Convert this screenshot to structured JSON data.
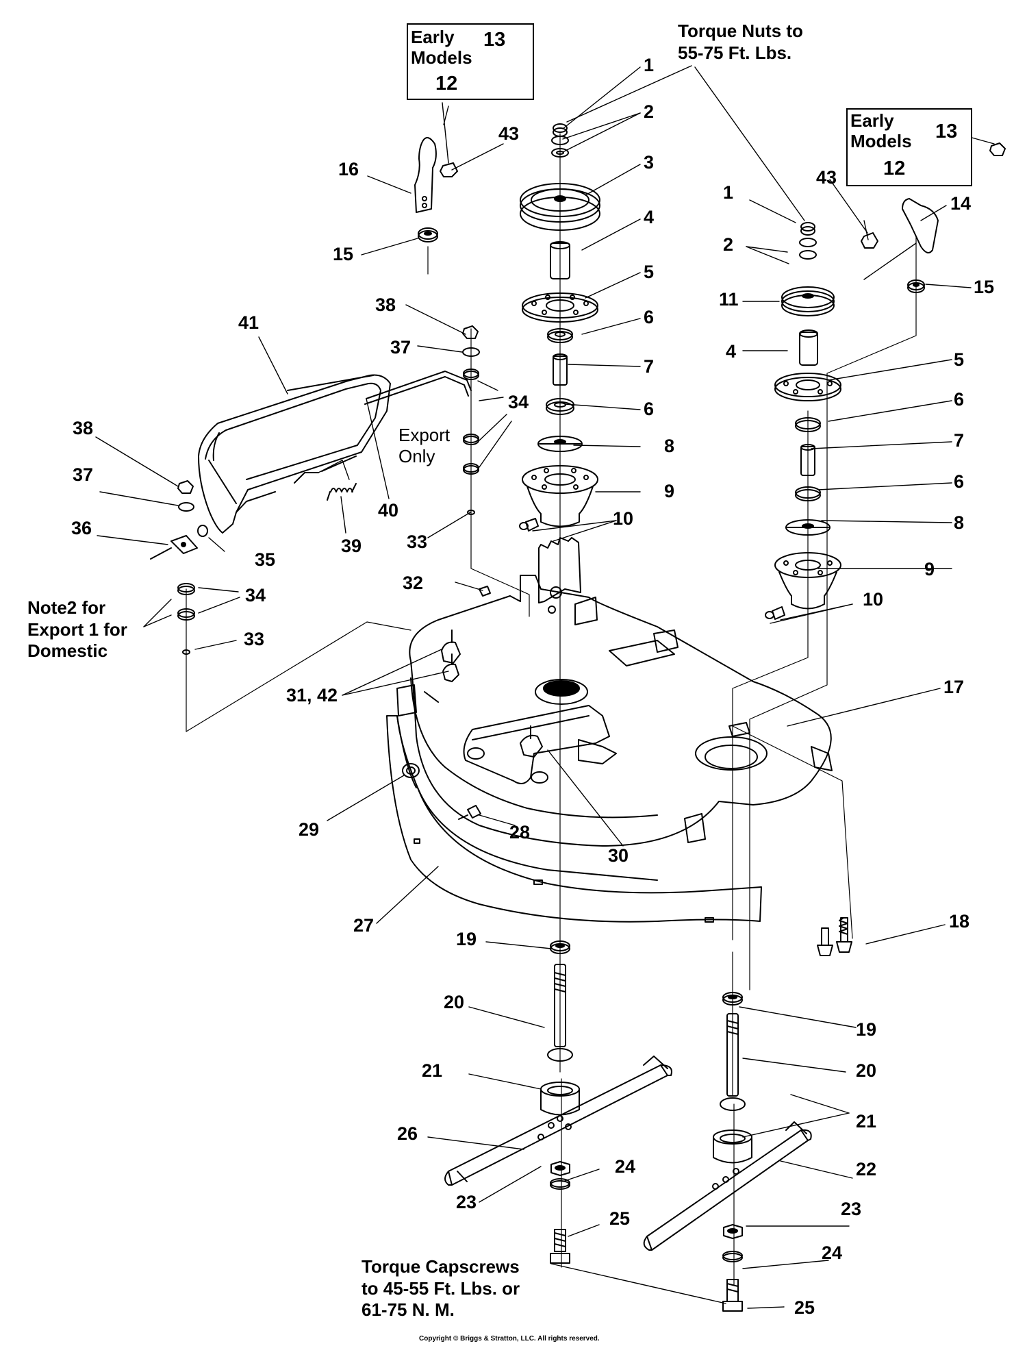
{
  "notes": {
    "torque_nuts": "Torque Nuts to\n55-75 Ft. Lbs.",
    "export_only": "Export\nOnly",
    "note2": "Note2 for\nExport 1 for\nDomestic",
    "torque_capscrews": "Torque Capscrews\nto 45-55 Ft. Lbs. or\n61-75 N. M.",
    "copyright": "Copyright © Briggs & Stratton, LLC. All rights reserved."
  },
  "early_models_left": {
    "title": "Early\nModels",
    "n13": "13",
    "n12": "12"
  },
  "early_models_right": {
    "title": "Early\nModels",
    "n13": "13",
    "n12": "12"
  },
  "labels": {
    "l1a": "1",
    "l2a": "2",
    "l3": "3",
    "l4a": "4",
    "l5a": "5",
    "l6a": "6",
    "l7a": "7",
    "l6b": "6",
    "l8a": "8",
    "l9a": "9",
    "l10a": "10",
    "l43a": "43",
    "l16": "16",
    "l15a": "15",
    "l1b": "1",
    "l2b": "2",
    "l11": "11",
    "l4b": "4",
    "l5b": "5",
    "l6c": "6",
    "l7b": "7",
    "l6d": "6",
    "l8b": "8",
    "l9b": "9",
    "l10b": "10",
    "l43b": "43",
    "l14": "14",
    "l15b": "15",
    "l41": "41",
    "l38a": "38",
    "l37a": "37",
    "l34a": "34",
    "l40": "40",
    "l33a": "33",
    "l39": "39",
    "l38b": "38",
    "l37b": "37",
    "l36": "36",
    "l35": "35",
    "l34b": "34",
    "l33b": "33",
    "l32": "32",
    "l3142": "31, 42",
    "l17": "17",
    "l29": "29",
    "l28": "28",
    "l30": "30",
    "l27": "27",
    "l18": "18",
    "l19a": "19",
    "l20a": "20",
    "l21a": "21",
    "l26": "26",
    "l24a": "24",
    "l23a": "23",
    "l25a": "25",
    "l19b": "19",
    "l20b": "20",
    "l21b": "21",
    "l22": "22",
    "l23b": "23",
    "l24b": "24",
    "l25b": "25"
  }
}
